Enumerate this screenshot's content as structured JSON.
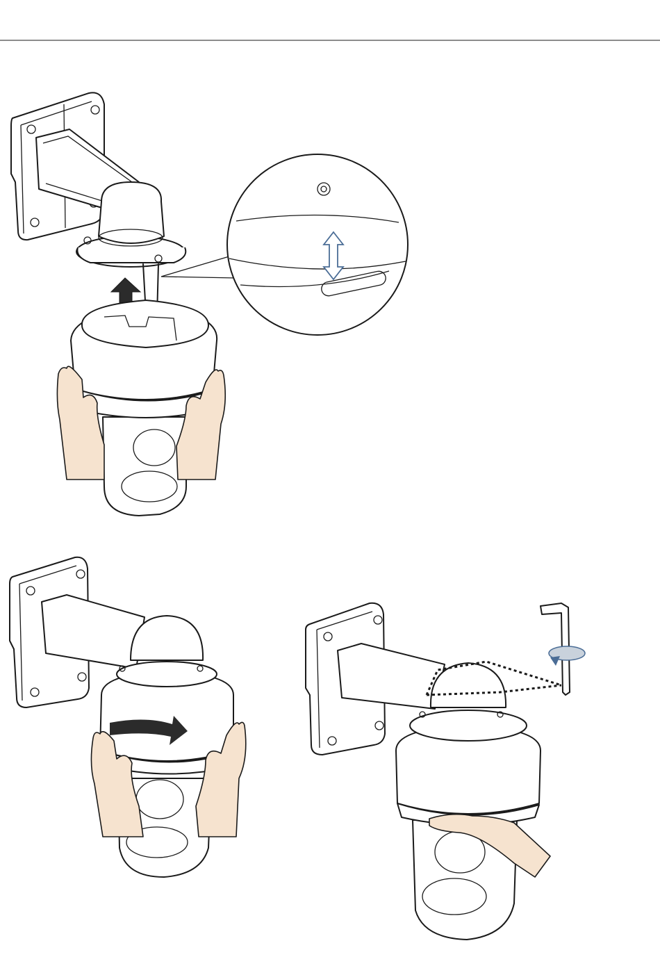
{
  "colors": {
    "line": "#1a1a1a",
    "skin": "#f6e3cf",
    "arrow_dark": "#2b2b2b",
    "arrow_outline": "#4b6d96",
    "rotate_icon": "#c9d2dc",
    "background": "#ffffff"
  },
  "icons": [
    "wall-mount-bracket",
    "ptz-camera",
    "hand",
    "up-arrow-icon",
    "double-arrow-icon",
    "rotate-arrow-icon",
    "hex-key-icon",
    "magnifier-callout"
  ]
}
